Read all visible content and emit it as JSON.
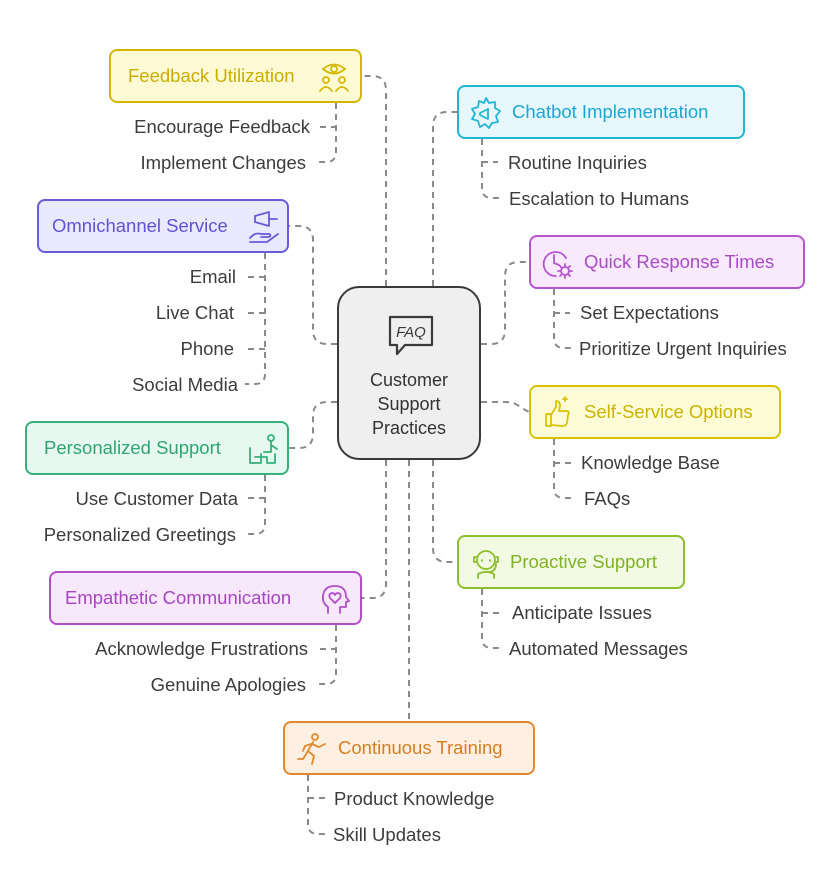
{
  "center": {
    "icon": "faq-speech-bubble-icon",
    "line1": "Customer",
    "line2": "Support",
    "line3": "Practices"
  },
  "categories": [
    {
      "id": "feedback",
      "label": "Feedback Utilization",
      "icon": "eye-people-icon",
      "color": "#d4b800",
      "fill": "#fefbd4",
      "text": "#c9ad00",
      "items": [
        "Encourage Feedback",
        "Implement Changes"
      ]
    },
    {
      "id": "chatbot",
      "label": "Chatbot Implementation",
      "icon": "chatbot-megaphone-icon",
      "color": "#22b5d6",
      "fill": "#e6f8fd",
      "text": "#1aa8cf",
      "items": [
        "Routine Inquiries",
        "Escalation to Humans"
      ]
    },
    {
      "id": "omni",
      "label": "Omnichannel Service",
      "icon": "hand-megaphone-icon",
      "color": "#6a5bd9",
      "fill": "#ebe9fd",
      "text": "#6153d4",
      "items": [
        "Email",
        "Live Chat",
        "Phone",
        "Social Media"
      ]
    },
    {
      "id": "quick",
      "label": "Quick Response Times",
      "icon": "clock-gear-icon",
      "color": "#b356cf",
      "fill": "#f8e9fd",
      "text": "#a84cc6",
      "items": [
        "Set Expectations",
        "Prioritize Urgent Inquiries"
      ]
    },
    {
      "id": "self",
      "label": "Self-Service Options",
      "icon": "thumbs-up-hand-icon",
      "color": "#d8c200",
      "fill": "#fefcd6",
      "text": "#c9b300",
      "items": [
        "Knowledge Base",
        "FAQs"
      ]
    },
    {
      "id": "personal",
      "label": "Personalized Support",
      "icon": "person-desk-icon",
      "color": "#34b27a",
      "fill": "#e6f8ef",
      "text": "#2ea672",
      "items": [
        "Use Customer Data",
        "Personalized Greetings"
      ]
    },
    {
      "id": "proactive",
      "label": "Proactive Support",
      "icon": "headset-agent-icon",
      "color": "#8cbf2c",
      "fill": "#f2fae3",
      "text": "#7fb225",
      "items": [
        "Anticipate Issues",
        "Automated Messages"
      ]
    },
    {
      "id": "empathy",
      "label": "Empathetic Communication",
      "icon": "head-heart-icon",
      "color": "#b24fc8",
      "fill": "#f7e8fc",
      "text": "#a746be",
      "items": [
        "Acknowledge Frustrations",
        "Genuine Apologies"
      ]
    },
    {
      "id": "training",
      "label": "Continuous Training",
      "icon": "running-person-icon",
      "color": "#e08a2c",
      "fill": "#fdf0e2",
      "text": "#d77f20",
      "items": [
        "Product Knowledge",
        "Skill Updates"
      ]
    }
  ]
}
